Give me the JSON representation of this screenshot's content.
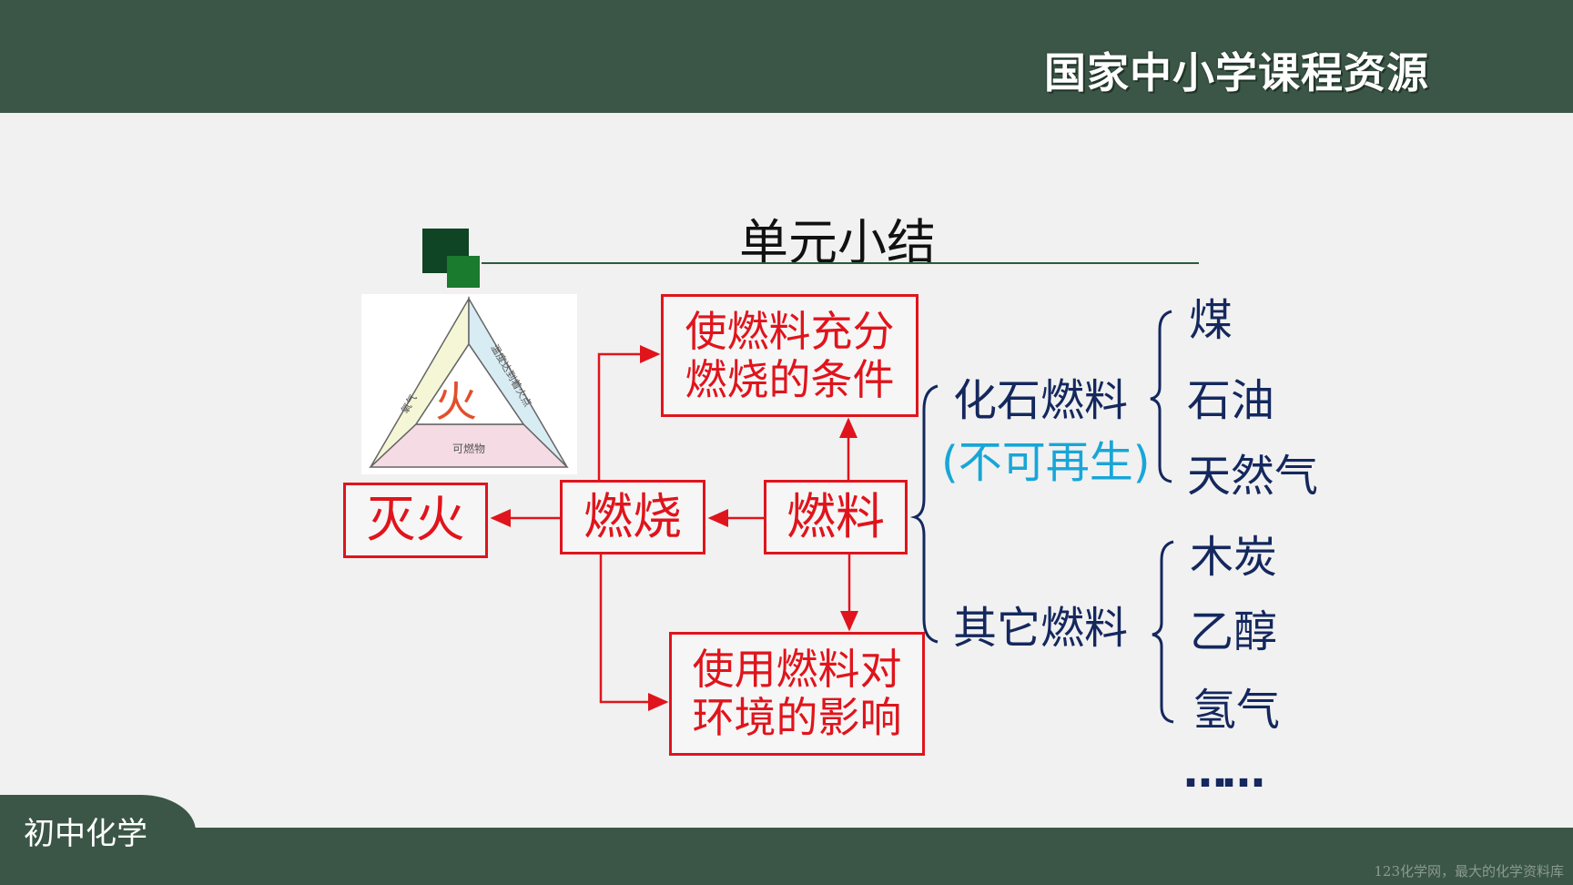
{
  "header": {
    "brand": "国家中小学课程资源"
  },
  "footer": {
    "subject": "初中化学",
    "watermark": "123化学网，最大的化学资料库"
  },
  "slide": {
    "title": "单元小结",
    "fire_triangle": {
      "center": "火",
      "left_side": "氧气",
      "right_side": "温度达到着火点",
      "bottom_side": "可燃物"
    },
    "boxes": {
      "conditions": "使燃料充分燃烧的条件",
      "extinguish": "灭火",
      "combustion": "燃烧",
      "fuel": "燃料",
      "environment": "使用燃料对环境的影响"
    },
    "fossil": {
      "label": "化石燃料",
      "note": "(不可再生)",
      "items": [
        "煤",
        "石油",
        "天然气"
      ]
    },
    "other": {
      "label": "其它燃料",
      "items": [
        "木炭",
        "乙醇",
        "氢气"
      ],
      "more": "……"
    },
    "colors": {
      "red": "#e0141c",
      "navy": "#14285e",
      "cyan": "#18a6d8",
      "header": "#3b5646"
    }
  }
}
